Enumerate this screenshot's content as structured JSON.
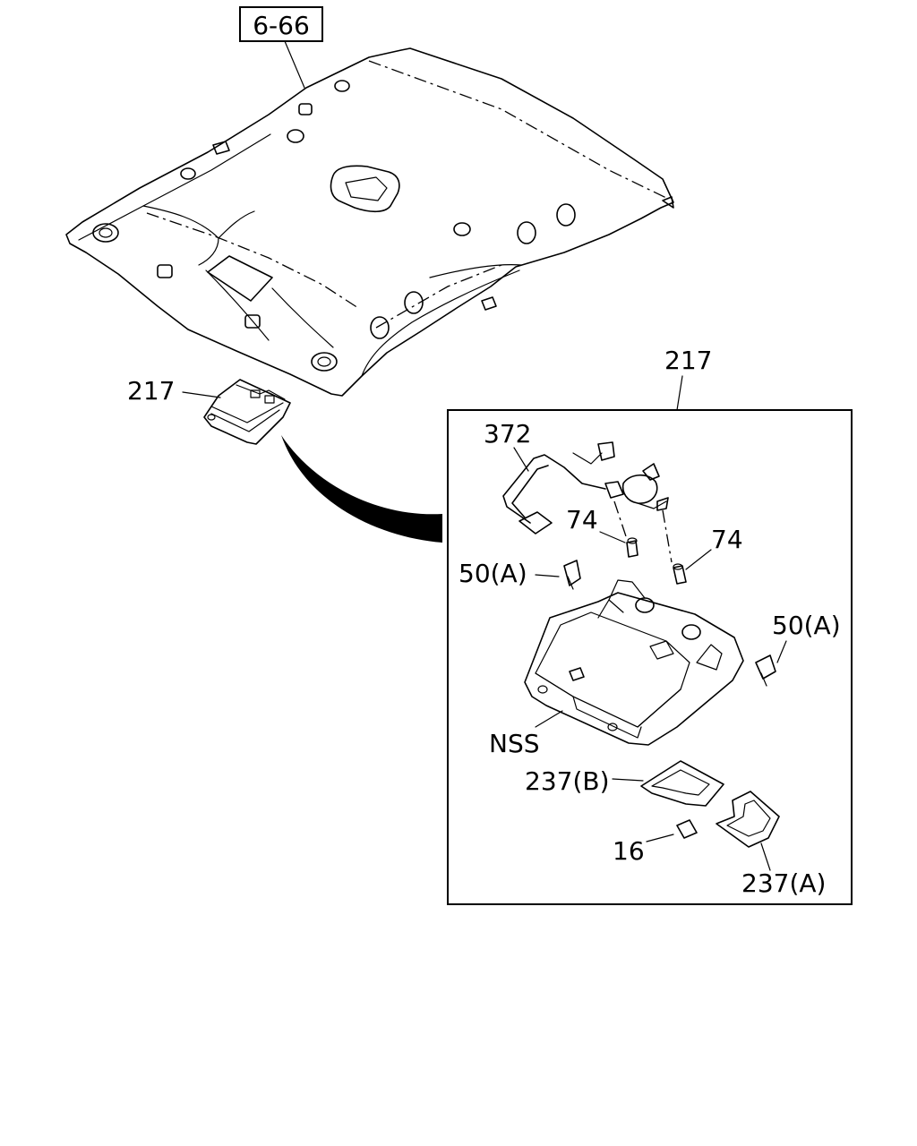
{
  "ref_box": "6-66",
  "labels": {
    "assembly_small": "217",
    "assembly_detail": "217",
    "harness": "372",
    "bulb_left": "74",
    "bulb_right": "74",
    "clip_left": "50(A)",
    "clip_right": "50(A)",
    "housing": "NSS",
    "lens_b": "237(B)",
    "lens_a": "237(A)",
    "switch_knob": "16"
  }
}
